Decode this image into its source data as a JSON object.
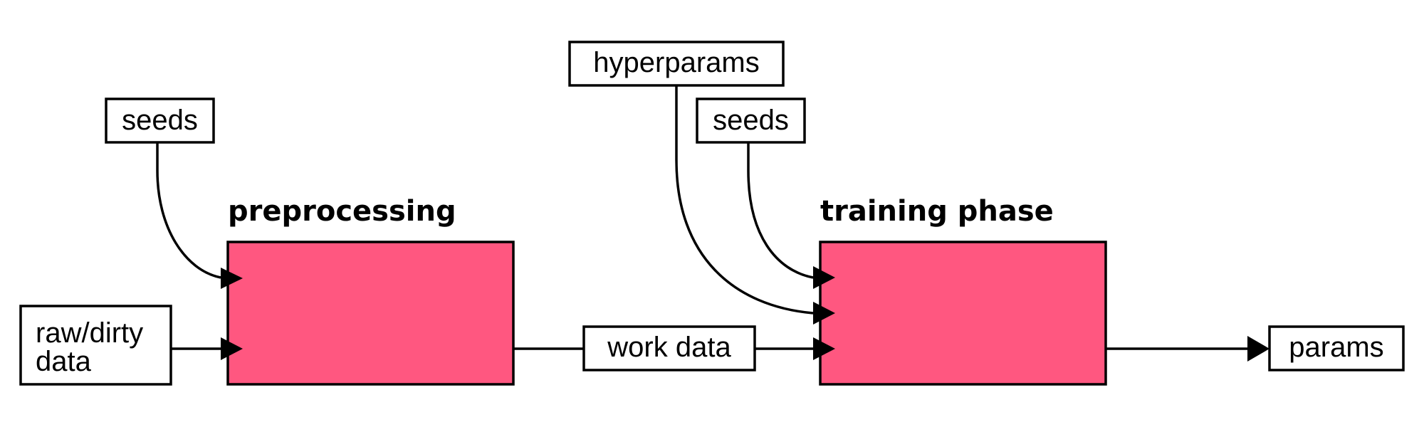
{
  "colors": {
    "process_fill": "#ff5780",
    "stroke": "#000000"
  },
  "processes": {
    "preprocessing": {
      "title": "preprocessing"
    },
    "training": {
      "title": "training phase"
    }
  },
  "inputs": {
    "seeds_pre": "seeds",
    "raw_data": [
      "raw/dirty",
      "data"
    ],
    "hyperparams": "hyperparams",
    "seeds_train": "seeds"
  },
  "intermediate": {
    "work_data": "work data"
  },
  "outputs": {
    "params": "params"
  }
}
